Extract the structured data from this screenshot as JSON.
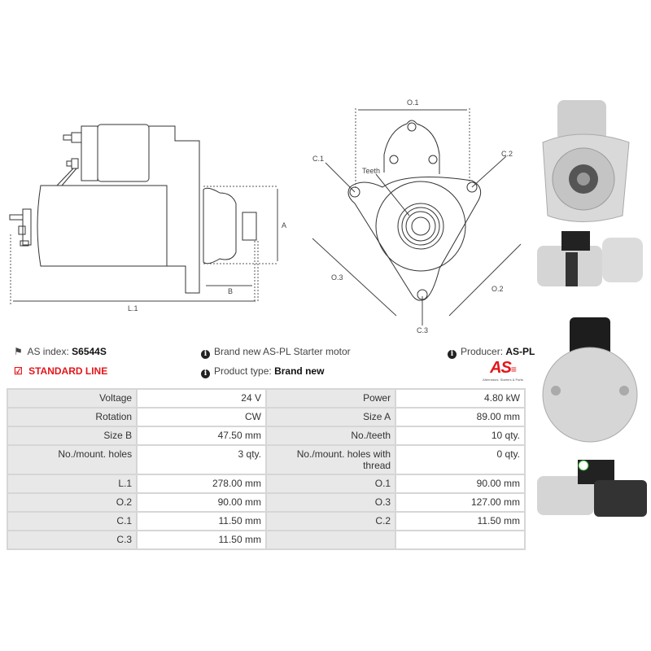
{
  "info": {
    "as_index_label": "AS index:",
    "as_index_value": "S6544S",
    "line_label": "STANDARD LINE",
    "description": "Brand new AS-PL Starter motor",
    "product_type_label": "Product type:",
    "product_type_value": "Brand new",
    "producer_label": "Producer:",
    "producer_value": "AS-PL",
    "logo_text": "AS",
    "logo_tagline": "Alternators, Starters & Parts"
  },
  "drawing": {
    "side_labels": {
      "a": "A",
      "b": "B",
      "l1": "L.1"
    },
    "front_labels": {
      "o1": "O.1",
      "o2": "O.2",
      "o3": "O.3",
      "c1": "C.1",
      "c2": "C.2",
      "c3": "C.3",
      "teeth": "Teeth"
    }
  },
  "specs": [
    {
      "k1": "Voltage",
      "v1": "24 V",
      "k2": "Power",
      "v2": "4.80 kW"
    },
    {
      "k1": "Rotation",
      "v1": "CW",
      "k2": "Size A",
      "v2": "89.00 mm"
    },
    {
      "k1": "Size B",
      "v1": "47.50 mm",
      "k2": "No./teeth",
      "v2": "10 qty."
    },
    {
      "k1": "No./mount. holes",
      "v1": "3 qty.",
      "k2": "No./mount. holes with thread",
      "v2": "0 qty."
    },
    {
      "k1": "L.1",
      "v1": "278.00 mm",
      "k2": "O.1",
      "v2": "90.00 mm"
    },
    {
      "k1": "O.2",
      "v1": "90.00 mm",
      "k2": "O.3",
      "v2": "127.00 mm"
    },
    {
      "k1": "C.1",
      "v1": "11.50 mm",
      "k2": "C.2",
      "v2": "11.50 mm"
    },
    {
      "k1": "C.3",
      "v1": "11.50 mm",
      "k2": "",
      "v2": ""
    }
  ],
  "colors": {
    "accent": "#e3161b",
    "table_key_bg": "#e8e8e8",
    "table_border": "#d6d6d6"
  }
}
